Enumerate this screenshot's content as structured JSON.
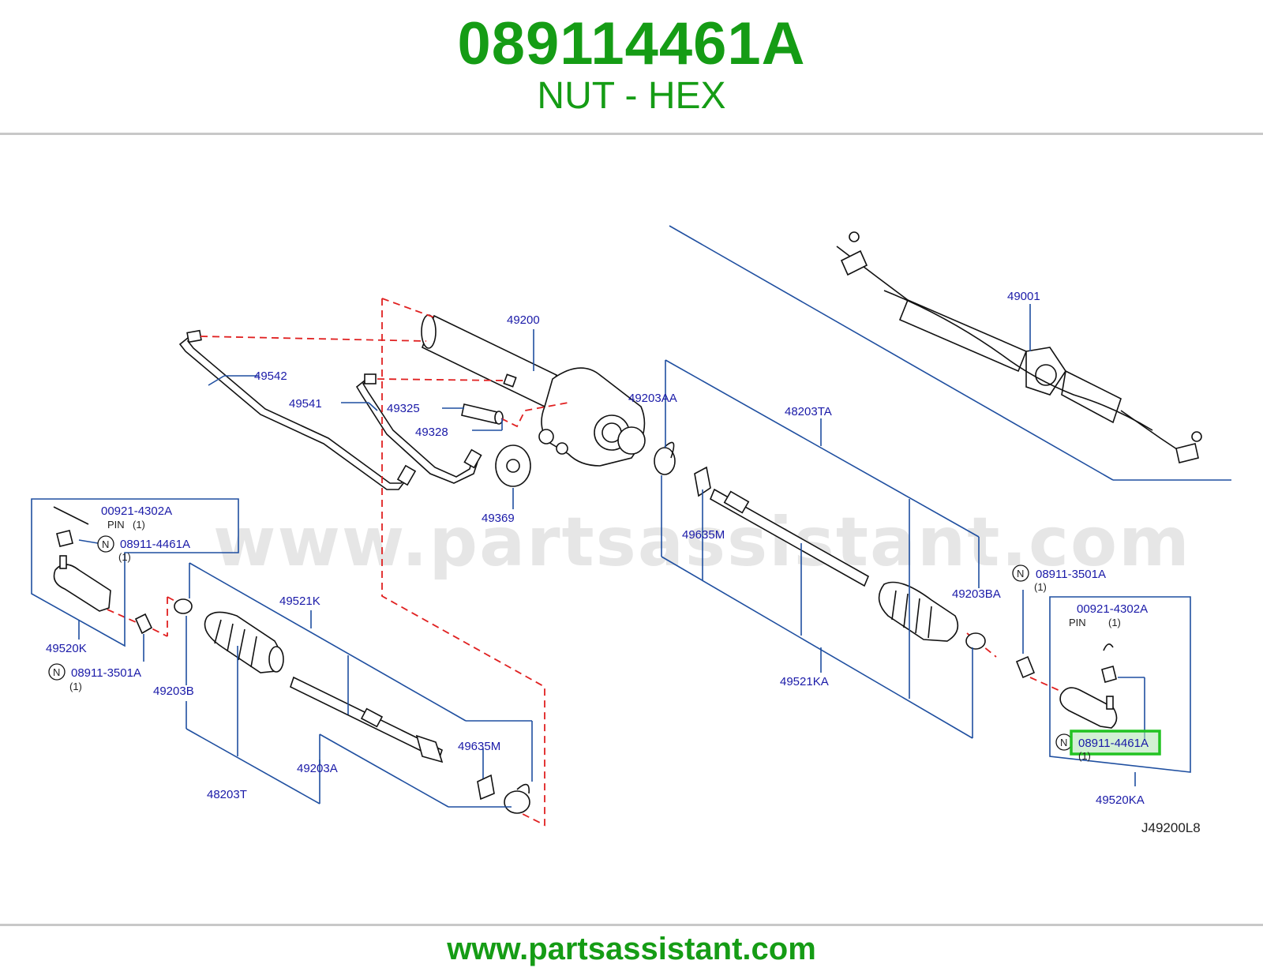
{
  "header": {
    "part_number": "089114461A",
    "part_name": "NUT - HEX"
  },
  "watermark": "www.partsassistant.com",
  "footer": {
    "url": "www.partsassistant.com"
  },
  "diagram": {
    "code": "J49200L8",
    "highlight_color": "#22c322",
    "labels": {
      "l49200": "49200",
      "l49001": "49001",
      "l49542": "49542",
      "l49541": "49541",
      "l49325": "49325",
      "l49328": "49328",
      "l49369": "49369",
      "l49203AA": "49203AA",
      "l48203TA": "48203TA",
      "l49635M_upper": "49635M",
      "l49203BA": "49203BA",
      "l49521KA": "49521KA",
      "l49521K": "49521K",
      "l49203B": "49203B",
      "l48203T": "48203T",
      "l49203A": "49203A",
      "l49635M_lower": "49635M",
      "l49520K": "49520K",
      "l49520KA": "49520KA",
      "left_pin_part": "00921-4302A",
      "left_pin_text": "PIN",
      "left_pin_qty": "(1)",
      "left_nut_part": "08911-4461A",
      "left_nut_qty": "(1)",
      "left_lower_nut_part": "08911-3501A",
      "left_lower_nut_qty": "(1)",
      "right_upper_nut_part": "08911-3501A",
      "right_upper_nut_qty": "(1)",
      "right_pin_part": "00921-4302A",
      "right_pin_text": "PIN",
      "right_pin_qty": "(1)",
      "right_nut_part": "08911-4461A",
      "right_nut_qty": "(1)",
      "n_mark": "N"
    }
  }
}
